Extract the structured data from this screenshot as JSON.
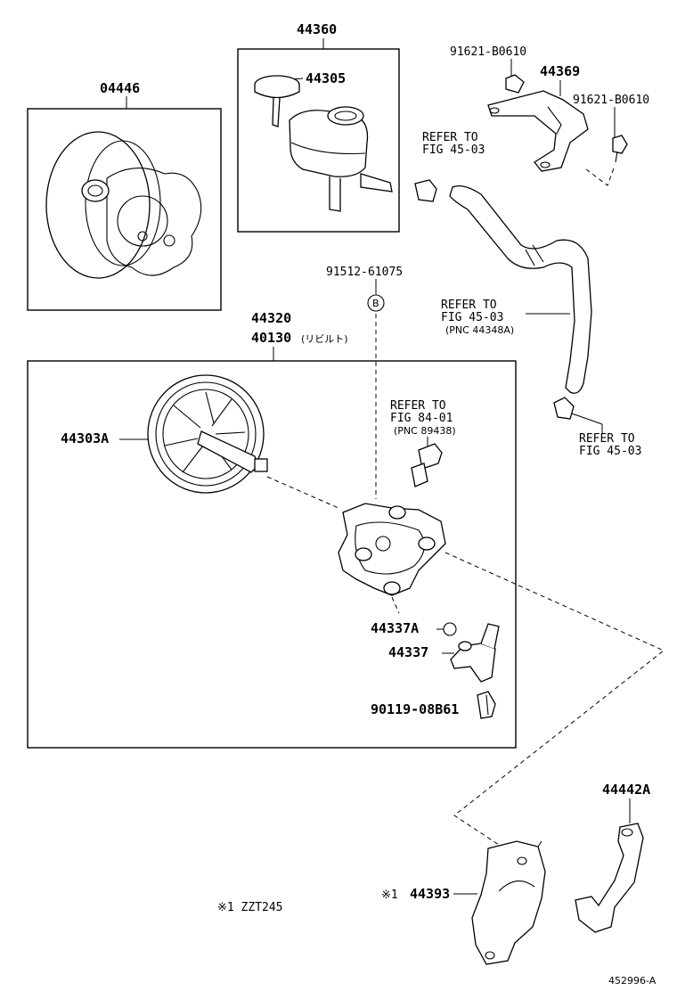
{
  "labels": {
    "kit_04446": "04446",
    "tank_44360": "44360",
    "cap_44305": "44305",
    "bolt_91621_a": "91621-B0610",
    "bracket_44369": "44369",
    "bolt_91621_b": "91621-B0610",
    "refer_top_1": "REFER TO",
    "refer_top_2": "FIG 45-03",
    "bolt_91512": "91512-61075",
    "circle_b": "B",
    "refer_hose_1": "REFER TO",
    "refer_hose_2": "FIG 45-03",
    "refer_hose_3": "(PNC 44348A)",
    "pump_44320": "44320",
    "pump_40130": "40130",
    "pump_40130_note": "(リビルト)",
    "refer_sensor_1": "REFER TO",
    "refer_sensor_2": "FIG 84-01",
    "refer_sensor_3": "(PNC 89438)",
    "refer_clamp_1": "REFER TO",
    "refer_clamp_2": "FIG 45-03",
    "pulley_44303a": "44303A",
    "oring_44337a": "44337A",
    "union_44337": "44337",
    "bolt_90119": "90119-08B61",
    "bracket_44442a": "44442A",
    "model_note": "※1 ZZT245",
    "bracket_44393_mark": "※1",
    "bracket_44393": "44393",
    "figure_id": "452996-A"
  }
}
